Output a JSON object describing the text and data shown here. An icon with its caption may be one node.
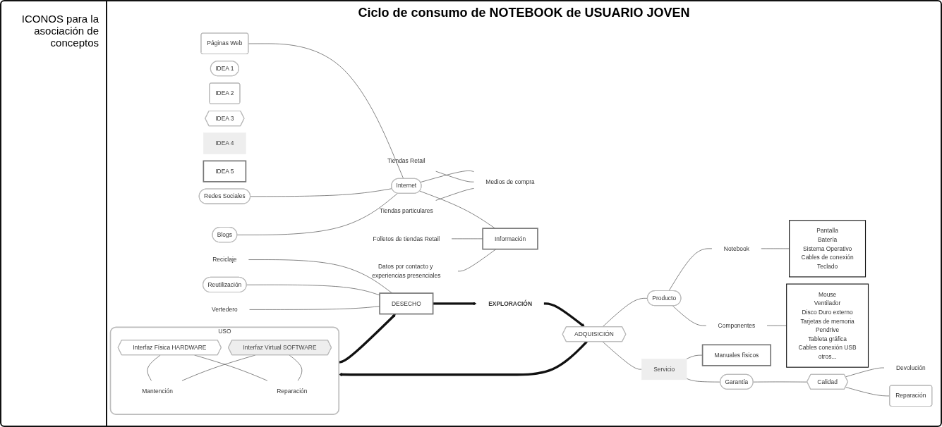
{
  "diagram": {
    "title": "Ciclo de consumo de NOTEBOOK de USUARIO JOVEN",
    "nodes": [
      {
        "text": [
          "IDEA 1"
        ]
      },
      {
        "text": [
          "IDEA 2"
        ]
      },
      {
        "text": [
          "IDEA 3"
        ]
      },
      {
        "text": [
          "IDEA 4"
        ]
      },
      {
        "text": [
          "IDEA 5"
        ]
      },
      {
        "text": [
          "Páginas Web"
        ]
      },
      {
        "text": [
          "Redes Sociales"
        ]
      },
      {
        "text": [
          "Internet"
        ]
      },
      {
        "text": [
          "Blogs"
        ]
      },
      {
        "text": [
          "Folletos de tiendas Retail"
        ]
      },
      {
        "text": [
          "Datos por contacto y experiencias presenciales"
        ]
      },
      {
        "text": [
          "Pantalla",
          "Batería",
          "Sistema Operativo",
          "Cables de conexión",
          "Teclado"
        ]
      },
      {
        "text": [
          "Tiendas Retail"
        ]
      },
      {
        "text": [
          "Tiendas particulares"
        ]
      },
      {
        "text": [
          "Medios de compra"
        ]
      },
      {
        "text": [
          "Información"
        ]
      },
      {
        "text": [
          "Notebook"
        ]
      },
      {
        "text": [
          "EXPLORACIÓN"
        ]
      },
      {
        "text": [
          "Mouse",
          "Ventilador",
          "Disco Duro externo",
          "Tarjetas de memoria",
          "Pendrive",
          "Tableta gráfica",
          "Cables conexión USB",
          "otros..."
        ]
      },
      {
        "text": [
          "Producto"
        ]
      },
      {
        "text": [
          "Componentes"
        ]
      },
      {
        "text": [
          "Reciclaje"
        ]
      },
      {
        "text": [
          "Reutilización"
        ]
      },
      {
        "text": [
          "Vertedero"
        ]
      },
      {
        "text": [
          "DESECHO"
        ]
      },
      {
        "text": [
          "ADQUISICIÓN"
        ]
      },
      {
        "text": [
          "Servicio"
        ]
      },
      {
        "text": [
          "Manuales físicos"
        ]
      },
      {
        "text": [
          "USO"
        ]
      },
      {
        "text": [
          "Interfaz Física HARDWARE"
        ],
        "in": 28
      },
      {
        "text": [
          "Interfaz Virtual SOFTWARE"
        ],
        "in": 28
      },
      {
        "text": [
          "Garantía"
        ]
      },
      {
        "text": [
          "Mantención"
        ],
        "in": 28
      },
      {
        "text": [
          "Reparación"
        ],
        "in": 28
      },
      {
        "text": [
          "Calidad"
        ]
      },
      {
        "text": [
          "Devolución"
        ]
      },
      {
        "text": [
          "Reparación"
        ]
      }
    ],
    "edges": [
      {
        "from": 5,
        "to": 7,
        "arrow": "none"
      },
      {
        "from": 6,
        "to": 7,
        "arrow": "none"
      },
      {
        "from": 8,
        "to": 7,
        "arrow": "none"
      },
      {
        "from": 7,
        "to": 14,
        "arrow": "none"
      },
      {
        "from": 7,
        "to": 15,
        "arrow": "none"
      },
      {
        "from": 9,
        "to": 15,
        "arrow": "none"
      },
      {
        "from": 10,
        "to": 15,
        "arrow": "none"
      },
      {
        "from": 12,
        "to": 14,
        "arrow": "none"
      },
      {
        "from": 13,
        "to": 14,
        "arrow": "none"
      },
      {
        "from": 16,
        "to": 11,
        "arrow": "none"
      },
      {
        "from": 19,
        "to": 16,
        "arrow": "none"
      },
      {
        "from": 19,
        "to": 20,
        "arrow": "none"
      },
      {
        "from": 20,
        "to": 18,
        "arrow": "none"
      },
      {
        "from": 17,
        "to": 25,
        "arrow": "to",
        "style": "thick"
      },
      {
        "from": 25,
        "to": 19,
        "arrow": "none"
      },
      {
        "from": 21,
        "to": 24,
        "arrow": "none"
      },
      {
        "from": 22,
        "to": 24,
        "arrow": "none"
      },
      {
        "from": 23,
        "to": 24,
        "arrow": "none"
      },
      {
        "from": 24,
        "to": 17,
        "arrow": "to",
        "style": "thick"
      },
      {
        "from": 25,
        "to": 28,
        "arrow": "to",
        "style": "thick"
      },
      {
        "from": 28,
        "to": 24,
        "arrow": "to",
        "style": "thick"
      },
      {
        "from": 25,
        "to": 26,
        "arrow": "none"
      },
      {
        "from": 26,
        "to": 27,
        "arrow": "none"
      },
      {
        "from": 26,
        "to": 31,
        "arrow": "none"
      },
      {
        "from": 29,
        "to": 32,
        "arrow": "none"
      },
      {
        "from": 29,
        "to": 33,
        "arrow": "none"
      },
      {
        "from": 30,
        "to": 32,
        "arrow": "none"
      },
      {
        "from": 30,
        "to": 33,
        "arrow": "none"
      },
      {
        "from": 31,
        "to": 34,
        "arrow": "none"
      },
      {
        "from": 34,
        "to": 35,
        "arrow": "none"
      },
      {
        "from": 34,
        "to": 36,
        "arrow": "none"
      }
    ],
    "labels": [
      "ICONOS para la asociación de conceptos"
    ]
  }
}
